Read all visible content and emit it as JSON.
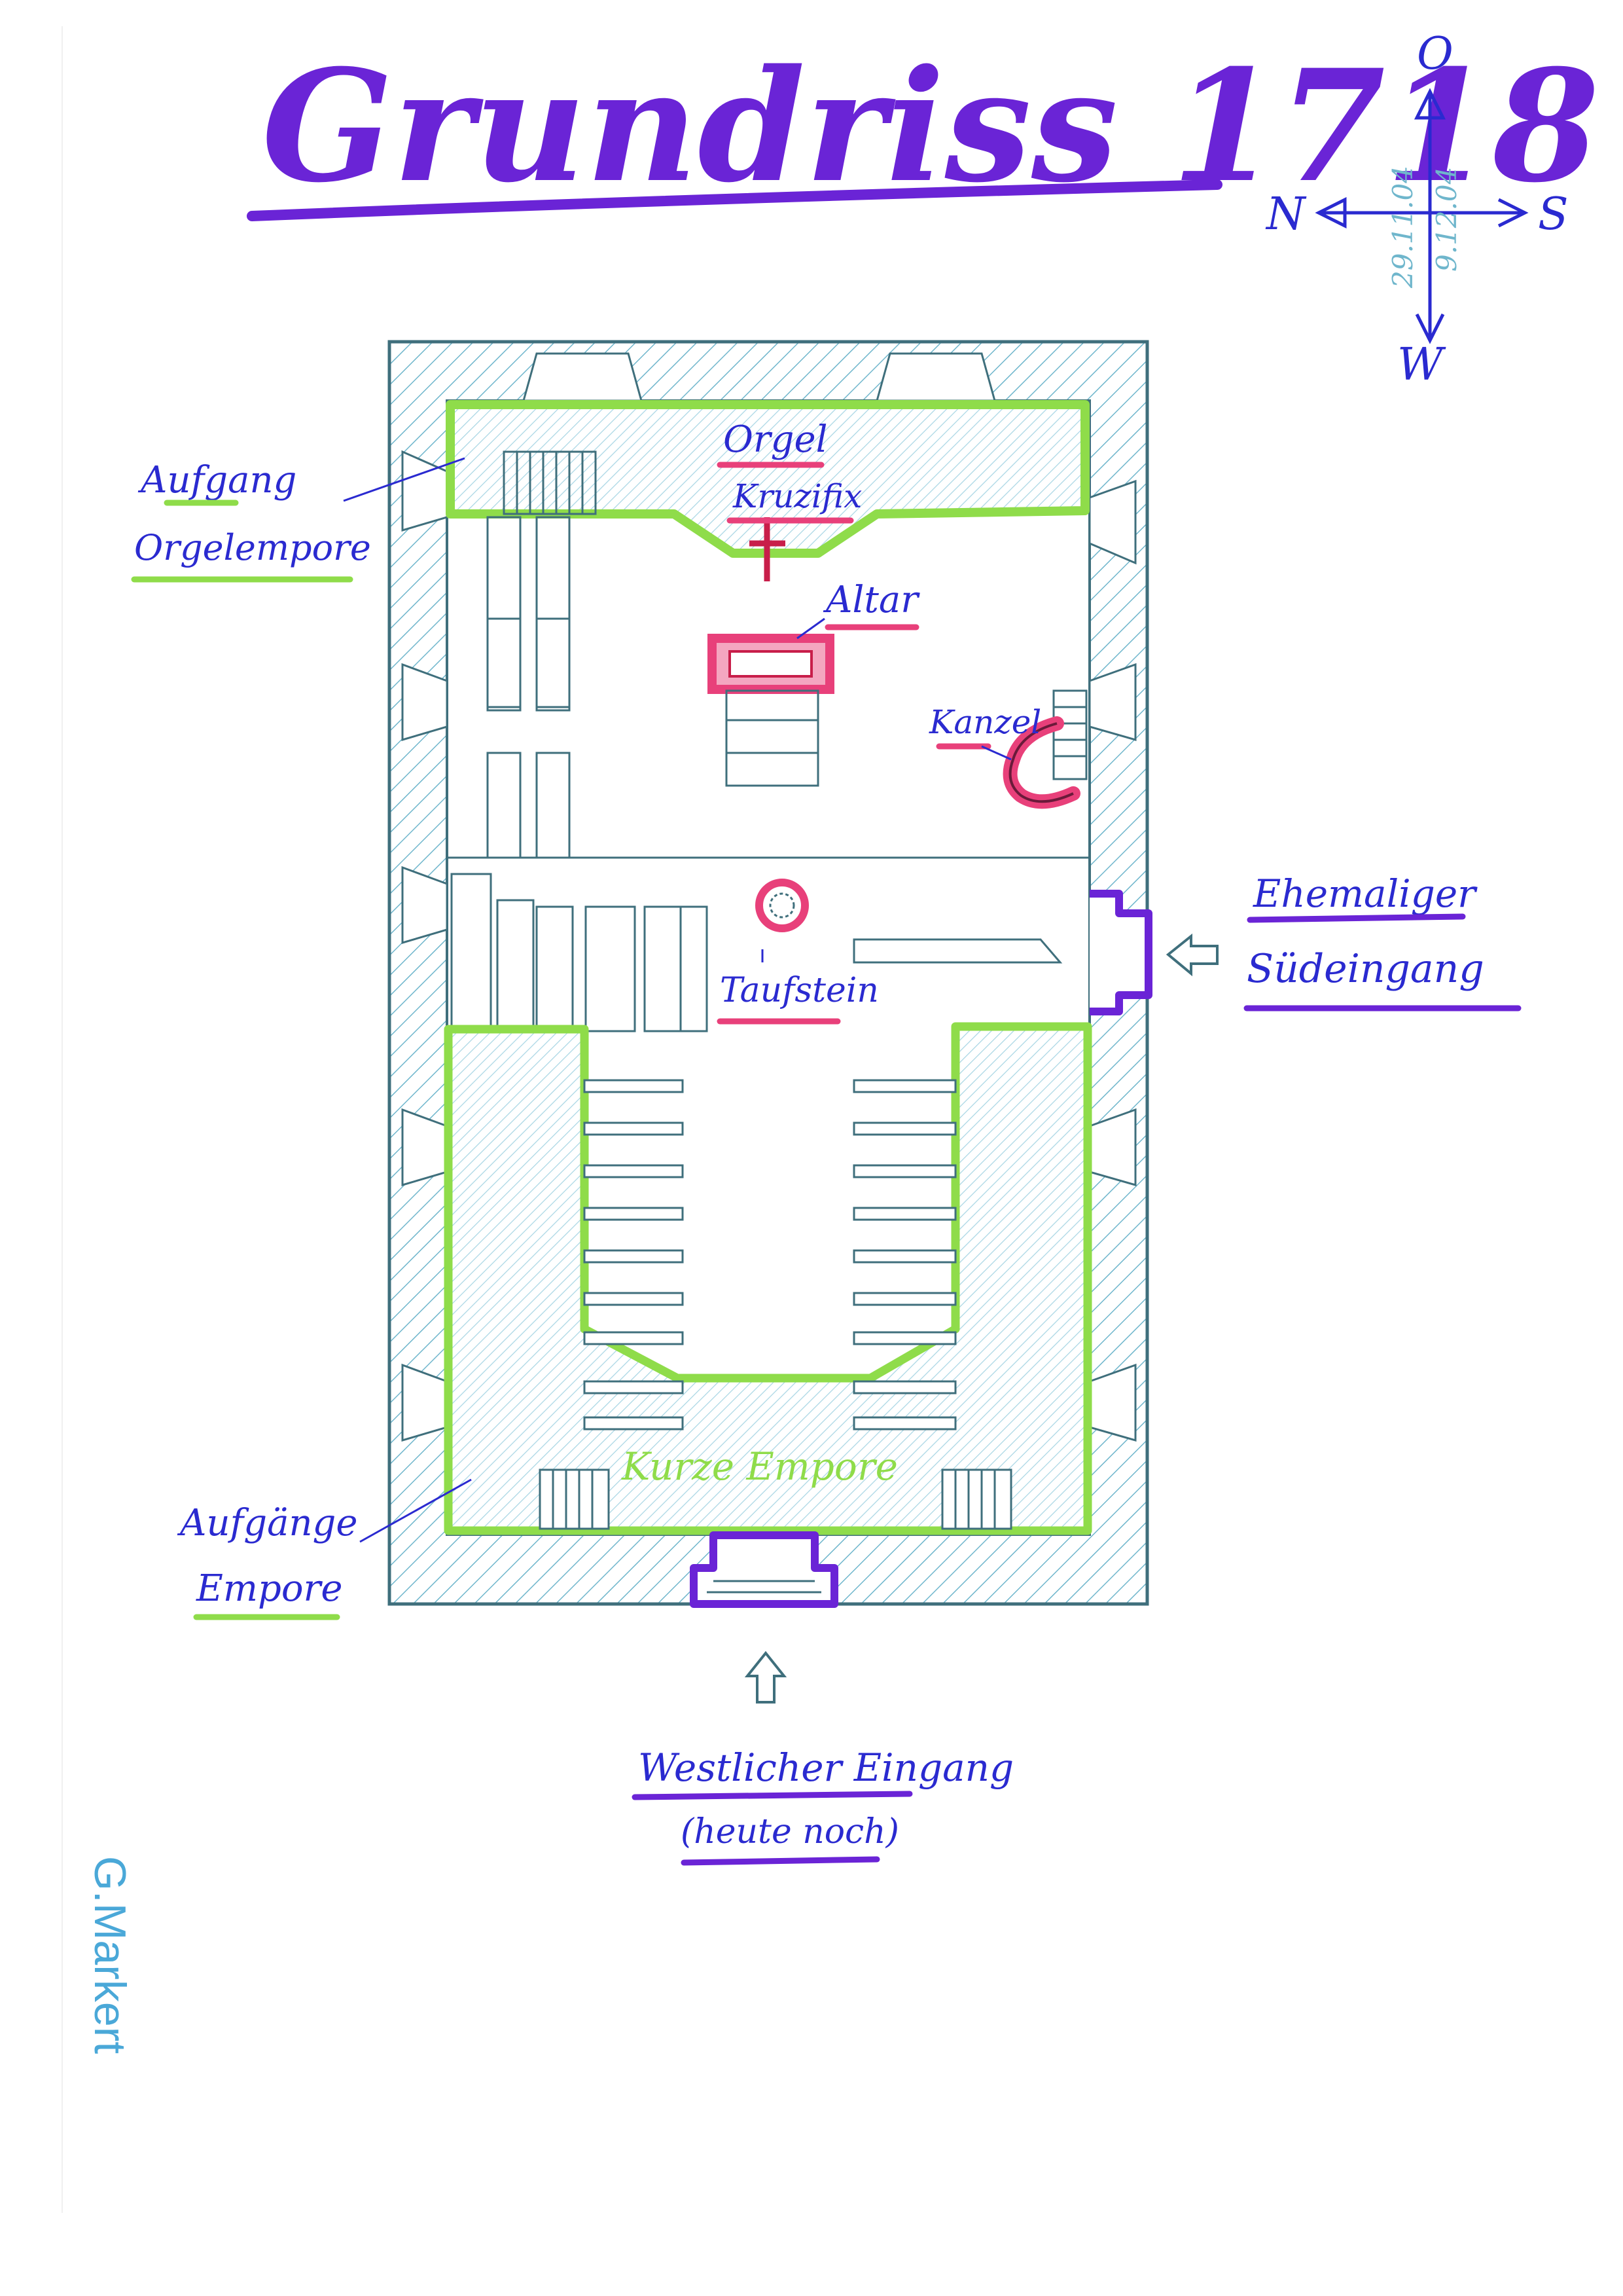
{
  "title": "Grundriss 1718",
  "compass": {
    "north": "N",
    "east": "O",
    "south": "S",
    "west": "W",
    "date_1": "29.11.04",
    "date_2": "9.12.04"
  },
  "labels": {
    "orgel": "Orgel",
    "kruzifix": "Kruzifix",
    "altar": "Altar",
    "kanzel": "Kanzel",
    "taufstein": "Taufstein",
    "aufgang_line1": "Aufgang",
    "aufgang_line2": "Orgelempore",
    "sued_line1": "Ehemaliger",
    "sued_line2": "Südeingang",
    "empore": "Kurze Empore",
    "aufgaenge_line1": "Aufgänge",
    "aufgaenge_line2": "Empore",
    "west_line1": "Westlicher Eingang",
    "west_line2": "(heute noch)"
  },
  "signature": "G.Markert",
  "colors": {
    "ink_purple": "#6a24d6",
    "ink_blue": "#2a2ad0",
    "highlight_green": "#8fdc4a",
    "highlight_pink": "#e8407a",
    "wall_line": "#3f6f7c",
    "hatch": "#6fb6cc",
    "signature": "#4aa8d8"
  }
}
